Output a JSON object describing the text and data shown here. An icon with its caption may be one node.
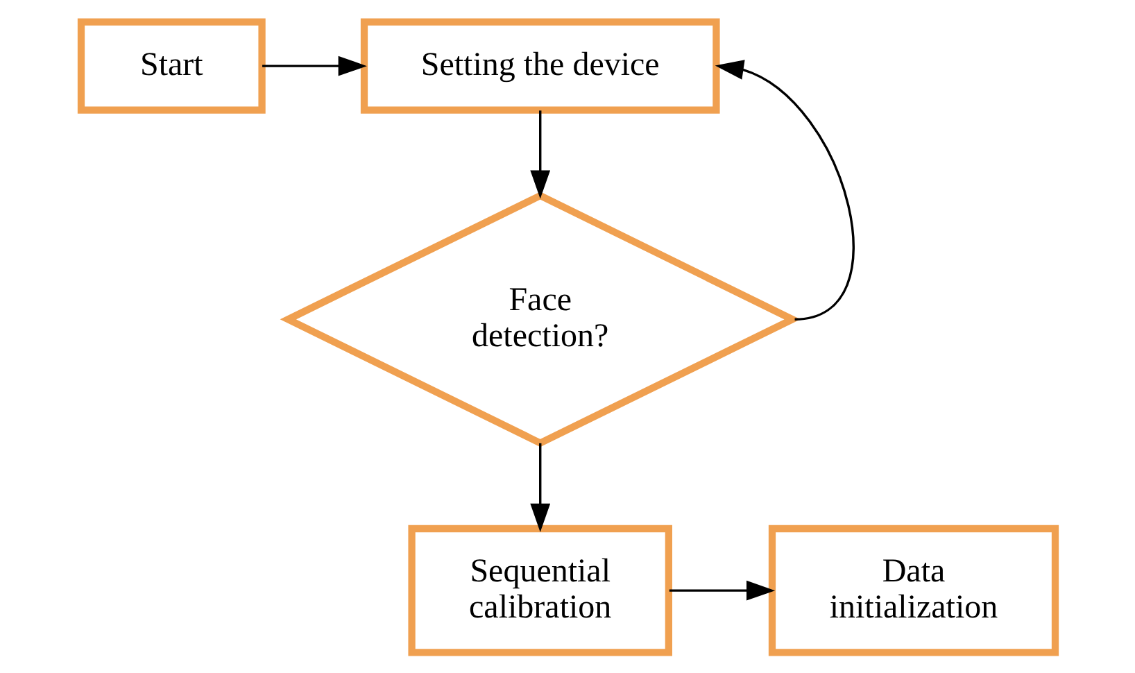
{
  "diagram": {
    "nodes": [
      {
        "text": [
          "Start"
        ]
      },
      {
        "text": [
          "Setting the device"
        ]
      },
      {
        "text": [
          "Face detection?"
        ]
      },
      {
        "text": [
          "Sequential calibration"
        ]
      },
      {
        "text": [
          "Data initialization"
        ]
      }
    ],
    "edges": [
      {
        "from": 0,
        "to": 1,
        "arrow": "to"
      },
      {
        "from": 1,
        "to": 2,
        "arrow": "to"
      },
      {
        "from": 2,
        "to": 1,
        "arrow": "to"
      },
      {
        "from": 2,
        "to": 3,
        "arrow": "to"
      },
      {
        "from": 3,
        "to": 4,
        "arrow": "to"
      }
    ]
  }
}
